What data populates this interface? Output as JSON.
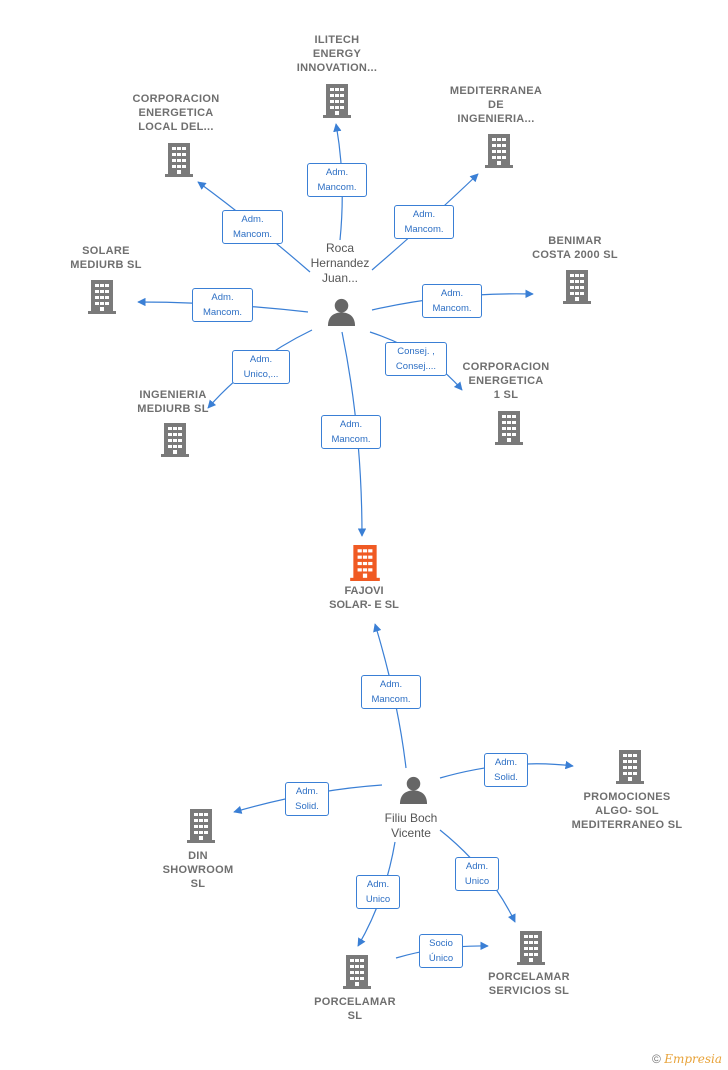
{
  "colors": {
    "edge": "#3a7fd5",
    "building": "#7a7a7a",
    "main_building": "#f05a23",
    "person": "#666666"
  },
  "main_company": {
    "label": "FAJOVI\nSOLAR- E  SL",
    "icon": "building-icon"
  },
  "persons": [
    {
      "id": "roca",
      "label": "Roca\nHernandez\nJuan...",
      "icon": "person-icon"
    },
    {
      "id": "filiu",
      "label": "Filiu Boch\nVicente",
      "icon": "person-icon"
    }
  ],
  "companies": [
    {
      "id": "ilitech",
      "label": "ILITECH\nENERGY\nINNOVATION..."
    },
    {
      "id": "corp_local",
      "label": "CORPORACION\nENERGETICA\nLOCAL DEL..."
    },
    {
      "id": "mediterranea",
      "label": "MEDITERRANEA\nDE\nINGENIERIA..."
    },
    {
      "id": "benimar",
      "label": "BENIMAR\nCOSTA 2000 SL"
    },
    {
      "id": "solare",
      "label": "SOLARE\nMEDIURB  SL"
    },
    {
      "id": "ingenieria",
      "label": "INGENIERIA\nMEDIURB SL"
    },
    {
      "id": "corp1",
      "label": "CORPORACION\nENERGETICA\n1  SL"
    },
    {
      "id": "promociones",
      "label": "PROMOCIONES\nALGO- SOL\nMEDITERRANEO SL"
    },
    {
      "id": "din",
      "label": "DIN\nSHOWROOM\nSL"
    },
    {
      "id": "porcelamar",
      "label": "PORCELAMAR\nSL"
    },
    {
      "id": "porcelamar_serv",
      "label": "PORCELAMAR\nSERVICIOS  SL"
    }
  ],
  "edges": [
    {
      "id": "e1",
      "label": "Adm.\nMancom."
    },
    {
      "id": "e2",
      "label": "Adm.\nMancom."
    },
    {
      "id": "e3",
      "label": "Adm.\nMancom."
    },
    {
      "id": "e4",
      "label": "Adm.\nMancom."
    },
    {
      "id": "e5",
      "label": "Adm.\nMancom."
    },
    {
      "id": "e6",
      "label": "Adm.\nUnico,..."
    },
    {
      "id": "e7",
      "label": "Consej. ,\nConsej...."
    },
    {
      "id": "e8",
      "label": "Adm.\nMancom."
    },
    {
      "id": "e9",
      "label": "Adm.\nMancom."
    },
    {
      "id": "e10",
      "label": "Adm.\nSolid."
    },
    {
      "id": "e11",
      "label": "Adm.\nSolid."
    },
    {
      "id": "e12",
      "label": "Adm.\nUnico"
    },
    {
      "id": "e13",
      "label": "Adm.\nUnico"
    },
    {
      "id": "e14",
      "label": "Socio\nÚnico"
    }
  ],
  "footer": {
    "copyright_symbol": "©",
    "brand": "Empresia"
  }
}
